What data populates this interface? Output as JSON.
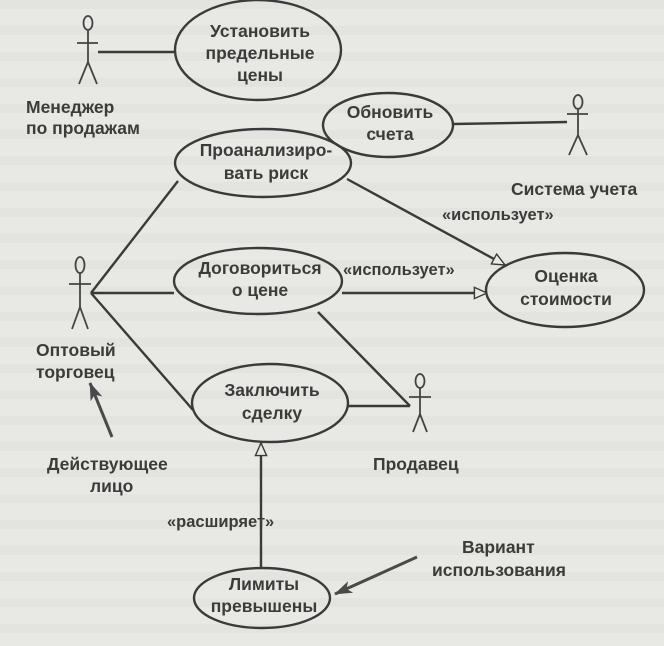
{
  "actors": {
    "sales_manager": [
      "Менеджер",
      "по продажам"
    ],
    "accounting_system": [
      "Система учета"
    ],
    "wholesaler": [
      "Оптовый",
      "торговец"
    ],
    "seller": [
      "Продавец"
    ]
  },
  "use_cases": {
    "set_price_limits": [
      "Установить",
      "предельные",
      "цены"
    ],
    "update_accounts": [
      "Обновить",
      "счета"
    ],
    "analyze_risk": [
      "Проанализиро-",
      "вать риск"
    ],
    "negotiate_price": [
      "Договориться",
      "о цене"
    ],
    "cost_estimate": [
      "Оценка",
      "стоимости"
    ],
    "close_deal": [
      "Заключить",
      "сделку"
    ],
    "limits_exceeded": [
      "Лимиты",
      "превышены"
    ]
  },
  "relations": {
    "uses_1": "«использует»",
    "uses_2": "«использует»",
    "extends": "«расширяет»"
  },
  "annotations": {
    "actor_note": [
      "Действующее",
      "лицо"
    ],
    "use_case_note": [
      "Вариант",
      "использования"
    ]
  },
  "colors": {
    "ink": "#3a3a3a",
    "paper": "#e8e8e5"
  }
}
